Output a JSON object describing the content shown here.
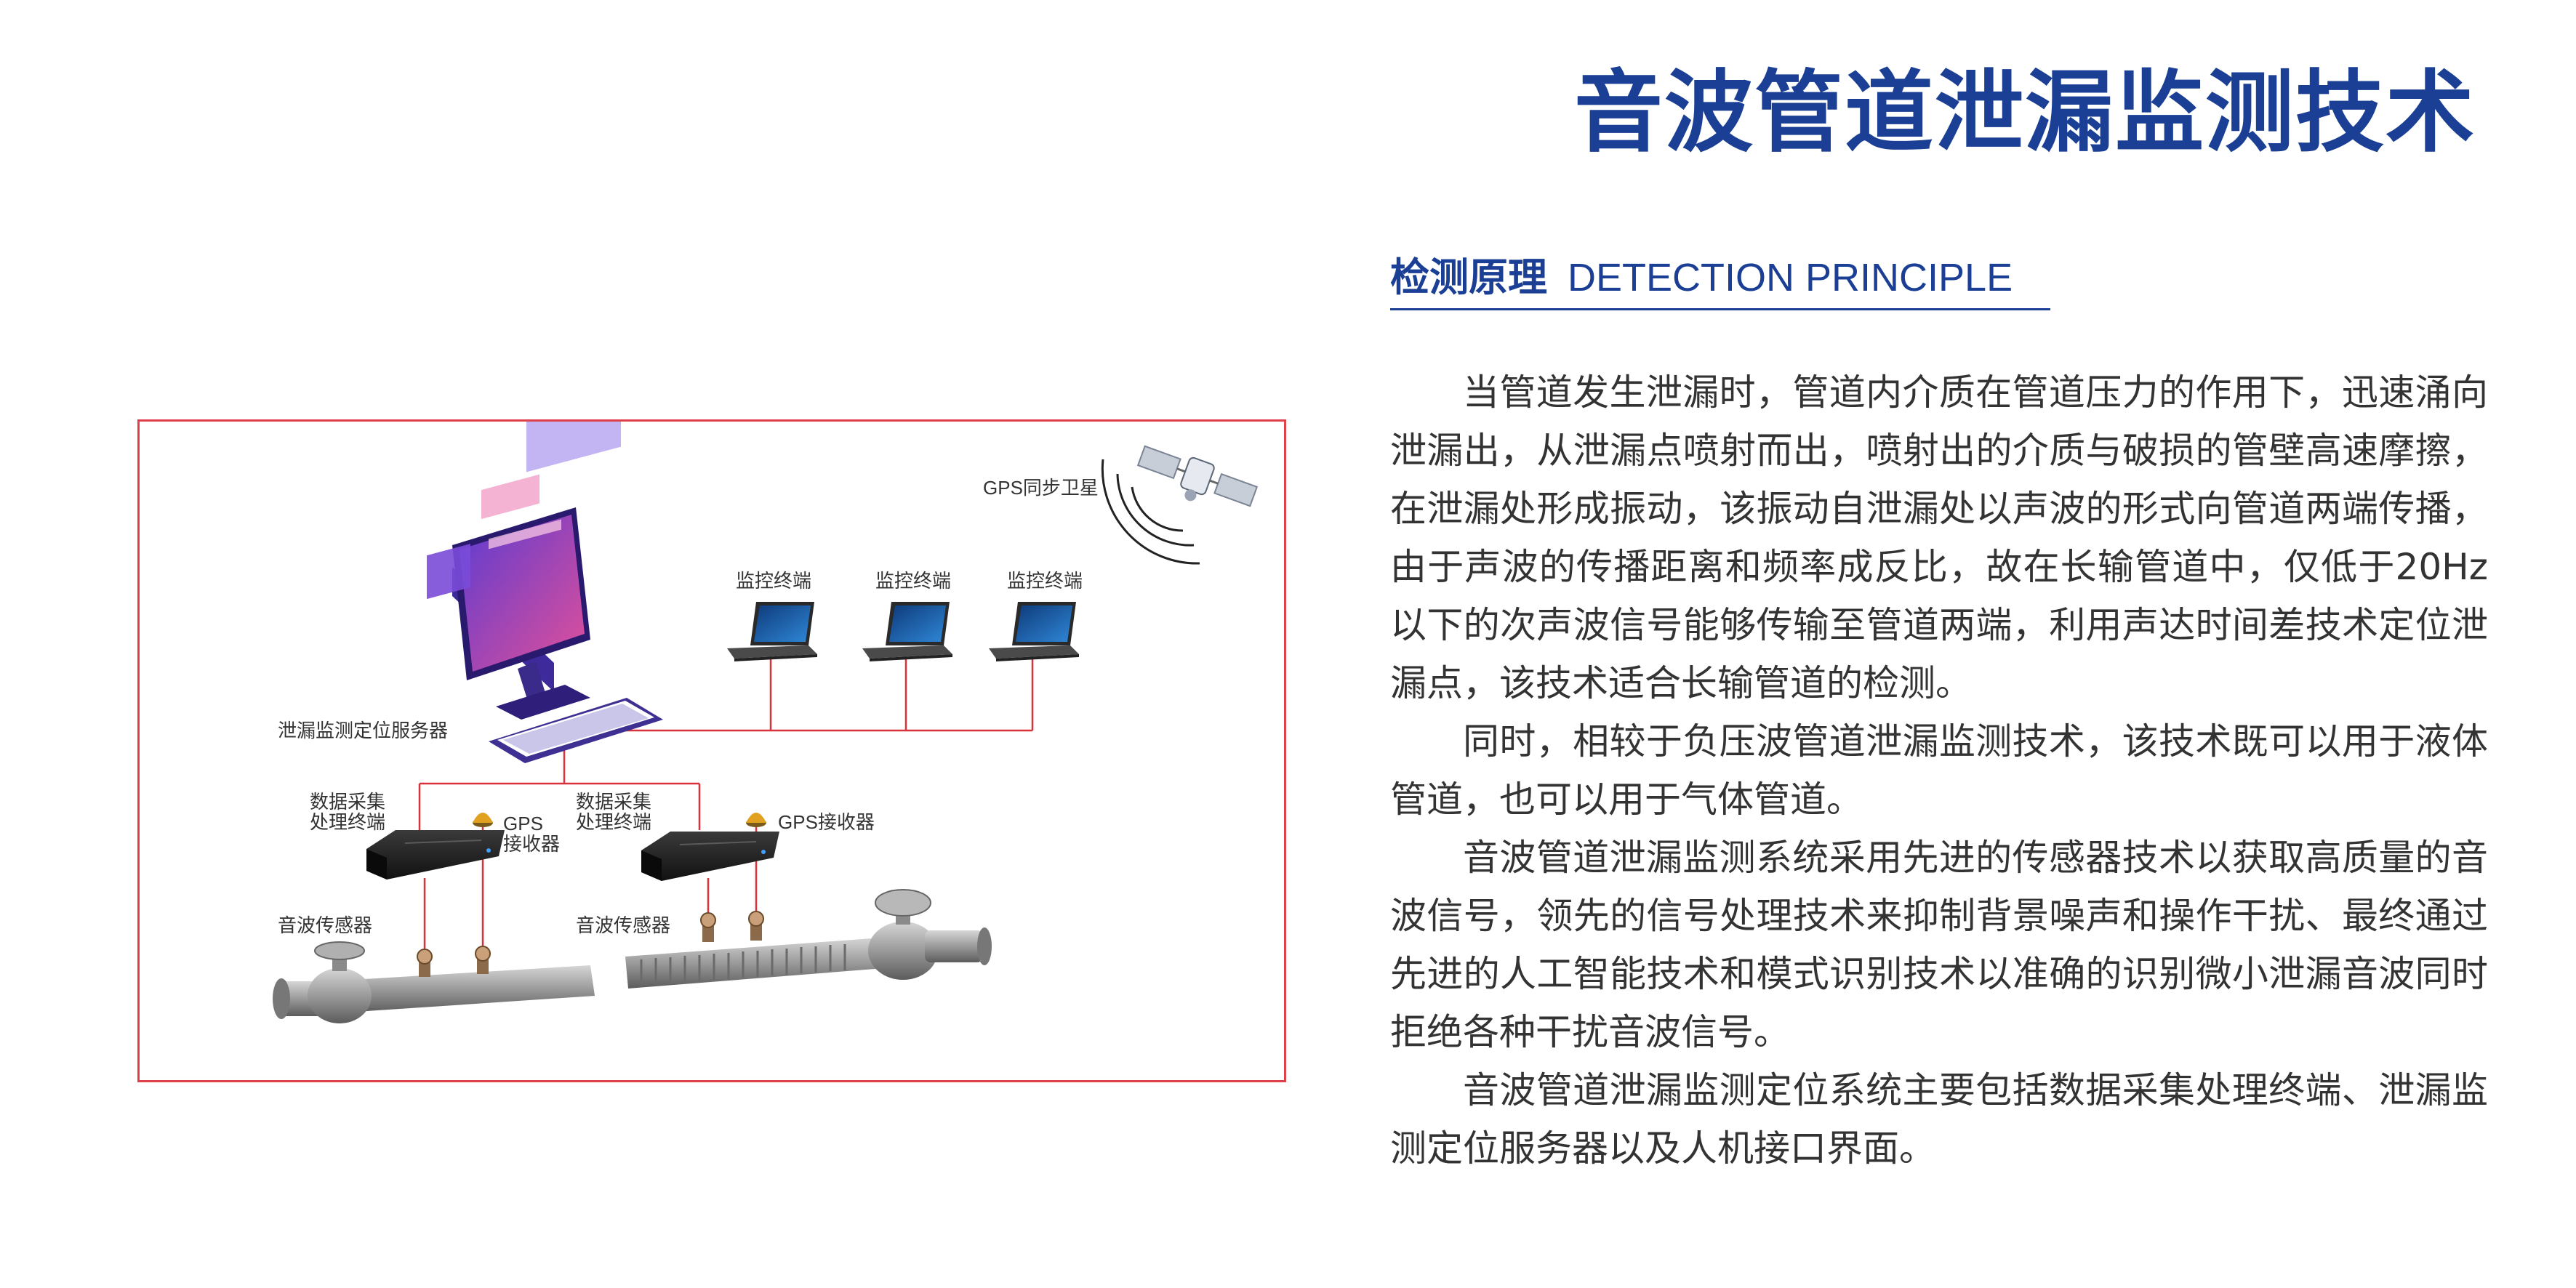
{
  "page": {
    "title": "音波管道泄漏监测技术"
  },
  "section": {
    "heading_zh": "检测原理",
    "heading_en": "DETECTION PRINCIPLE"
  },
  "paragraphs": [
    "当管道发生泄漏时，管道内介质在管道压力的作用下，迅速涌向泄漏出，从泄漏点喷射而出，喷射出的介质与破损的管壁高速摩擦，在泄漏处形成振动，该振动自泄漏处以声波的形式向管道两端传播，由于声波的传播距离和频率成反比，故在长输管道中，仅低于20Hz以下的次声波信号能够传输至管道两端，利用声达时间差技术定位泄漏点，该技术适合长输管道的检测。",
    "同时，相较于负压波管道泄漏监测技术，该技术既可以用于液体管道，也可以用于气体管道。",
    "音波管道泄漏监测系统采用先进的传感器技术以获取高质量的音波信号，领先的信号处理技术来抑制背景噪声和操作干扰、最终通过先进的人工智能技术和模式识别技术以准确的识别微小泄漏音波同时拒绝各种干扰音波信号。",
    "音波管道泄漏监测定位系统主要包括数据采集处理终端、泄漏监测定位服务器以及人机接口界面。"
  ],
  "diagram": {
    "satellite_label": "GPS同步卫星",
    "server_label": "泄漏监测定位服务器",
    "terminals": [
      "监控终端",
      "监控终端",
      "监控终端"
    ],
    "collector_left_line1": "数据采集",
    "collector_left_line2": "处理终端",
    "collector_right_line1": "数据采集",
    "collector_right_line2": "处理终端",
    "gps_left_line1": "GPS",
    "gps_left_line2": "接收器",
    "gps_right": "GPS接收器",
    "sensor_left": "音波传感器",
    "sensor_right": "音波传感器"
  },
  "colors": {
    "title_blue": "#1a3f95",
    "frame_red": "#e0404a",
    "link_red": "#d9323c",
    "text_gray": "#333333"
  }
}
